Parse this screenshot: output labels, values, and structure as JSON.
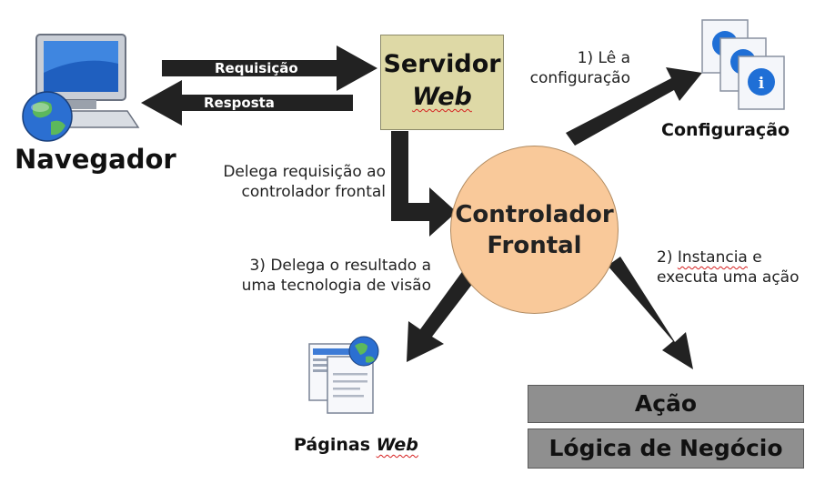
{
  "nodes": {
    "browser": {
      "label": "Navegador",
      "icon": "computer-globe-icon"
    },
    "server": {
      "line1": "Servidor",
      "line2": "Web"
    },
    "controller": {
      "line1": "Controlador",
      "line2": "Frontal"
    },
    "config": {
      "label": "Configuração",
      "icon": "info-documents-icon"
    },
    "pages": {
      "label_prefix": "Páginas",
      "label_web": "Web",
      "icon": "web-pages-icon"
    },
    "action": {
      "label": "Ação"
    },
    "business": {
      "label": "Lógica de Negócio"
    }
  },
  "arrows": {
    "request": "Requisição",
    "response": "Resposta"
  },
  "annotations": {
    "delegate_line1": "Delega requisição ao",
    "delegate_line2": "controlador frontal",
    "step1_line1": "1) Lê a",
    "step1_line2": "configuração",
    "step2_line1_a": "2)",
    "step2_line1_b": "Instancia",
    "step2_line1_c": "e",
    "step2_line2": "executa uma ação",
    "step3_line1": "3) Delega o resultado a",
    "step3_line2": "uma tecnologia de visão"
  },
  "colors": {
    "server_fill": "#ded9a6",
    "controller_fill": "#f9c99a",
    "bar_fill": "#8f8f8f",
    "arrow": "#222222"
  }
}
